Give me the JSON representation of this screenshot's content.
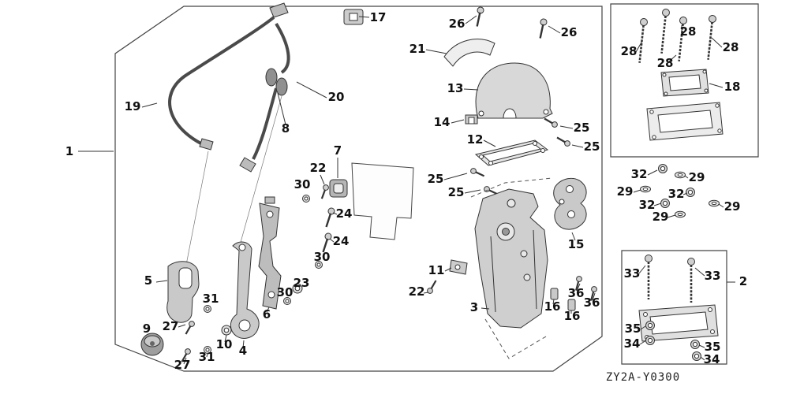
{
  "diagram": {
    "code": "ZY2A-Y0300",
    "callouts": [
      "17",
      "26",
      "26",
      "21",
      "28",
      "28",
      "28",
      "28",
      "18",
      "13",
      "14",
      "25",
      "12",
      "25",
      "19",
      "20",
      "8",
      "1",
      "7",
      "22",
      "30",
      "32",
      "29",
      "29",
      "32",
      "32",
      "29",
      "29",
      "25",
      "24",
      "25",
      "24",
      "30",
      "15",
      "23",
      "30",
      "11",
      "5",
      "22",
      "3",
      "31",
      "6",
      "36",
      "36",
      "16",
      "16",
      "27",
      "9",
      "10",
      "4",
      "33",
      "33",
      "2",
      "35",
      "34",
      "35",
      "34",
      "27",
      "31"
    ],
    "colors": {
      "background": "#ffffff",
      "line": "#333333",
      "fill_light": "#e3e3e3"
    }
  }
}
